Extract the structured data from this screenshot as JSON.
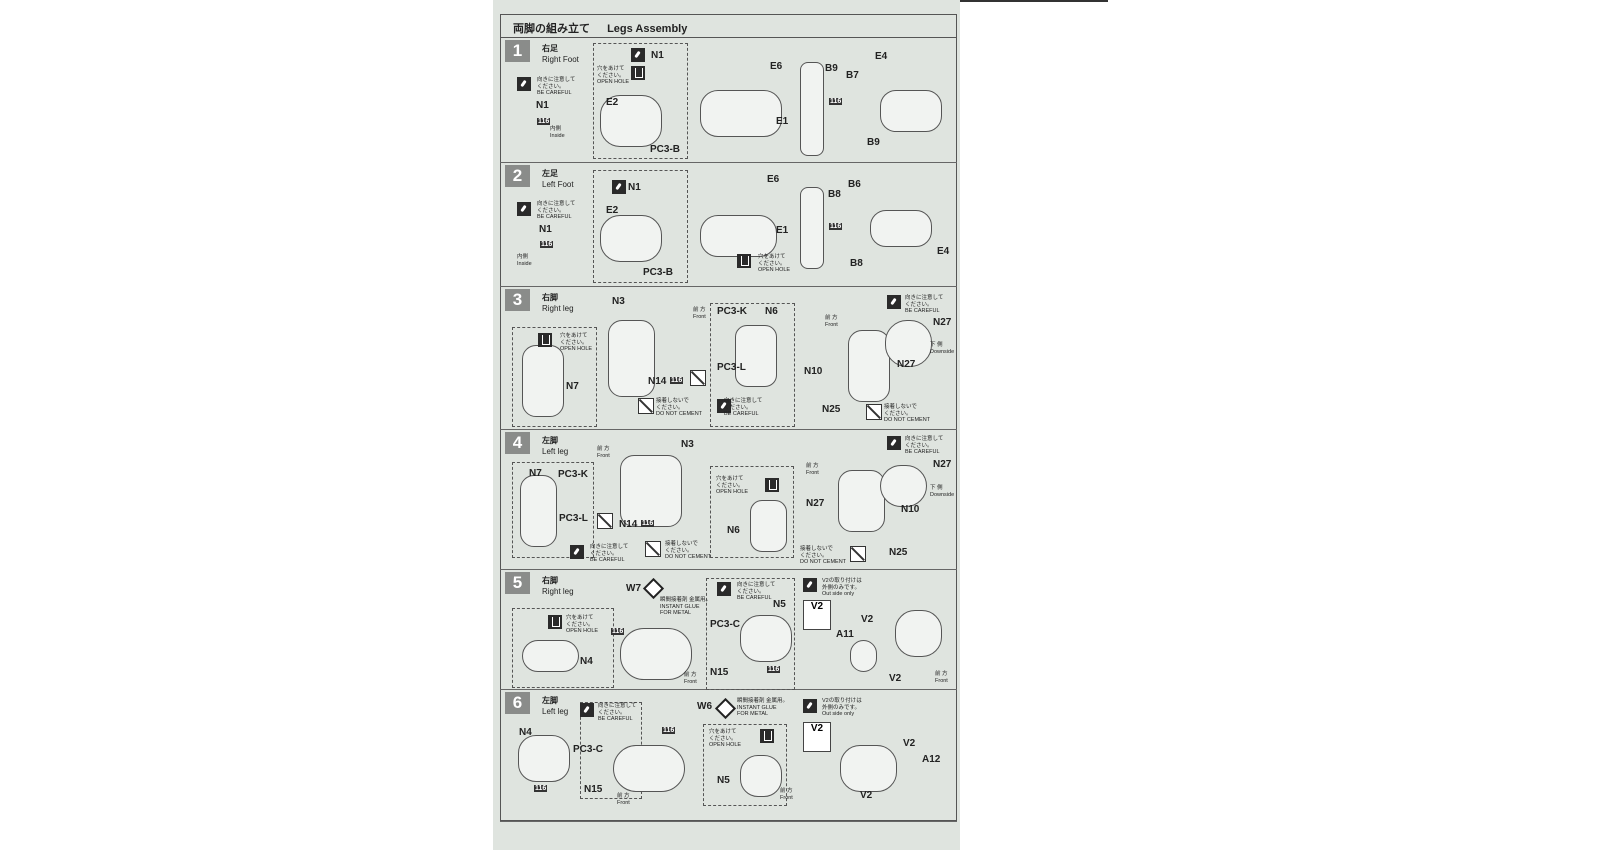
{
  "header": {
    "jp": "両脚の組み立て",
    "en": "Legs Assembly"
  },
  "notes": {
    "be_careful": [
      "向きに注意して",
      "ください。",
      "BE CAREFUL"
    ],
    "open_hole": [
      "穴をあけて",
      "ください。",
      "OPEN HOLE"
    ],
    "do_not_cement": [
      "接着しないで",
      "ください。",
      "DO NOT CEMENT"
    ],
    "instant_glue": [
      "瞬間接着剤 金属用。",
      "INSTANT GLUE",
      "FOR METAL"
    ],
    "outside_only": [
      "V2の取り付けは",
      "外側のみです。",
      "Out side only"
    ],
    "front": [
      "前 方",
      "Front"
    ],
    "downside": [
      "下 側",
      "Downside"
    ],
    "inside": [
      "内側",
      "Inside"
    ]
  },
  "paint_code": "116",
  "steps": [
    {
      "number": "1",
      "jp": "右足",
      "en": "Right Foot",
      "parts": [
        "N1",
        "N1",
        "E2",
        "PC3-B",
        "E6",
        "E1",
        "B9",
        "B7",
        "E4",
        "B9"
      ]
    },
    {
      "number": "2",
      "jp": "左足",
      "en": "Left Foot",
      "parts": [
        "N1",
        "N1",
        "E2",
        "PC3-B",
        "E6",
        "E1",
        "B8",
        "B6",
        "E4",
        "B8"
      ]
    },
    {
      "number": "3",
      "jp": "右脚",
      "en": "Right leg",
      "parts": [
        "N7",
        "N3",
        "N14",
        "PC3-K",
        "N6",
        "PC3-L",
        "N27",
        "N10",
        "N27",
        "N25"
      ]
    },
    {
      "number": "4",
      "jp": "左脚",
      "en": "Left leg",
      "parts": [
        "N7",
        "PC3-K",
        "PC3-L",
        "N3",
        "N14",
        "N6",
        "N27",
        "N27",
        "N10",
        "N25"
      ]
    },
    {
      "number": "5",
      "jp": "右脚",
      "en": "Right leg",
      "parts": [
        "N4",
        "W7",
        "PC3-C",
        "N5",
        "N15",
        "V2",
        "V2",
        "A11",
        "V2"
      ]
    },
    {
      "number": "6",
      "jp": "左脚",
      "en": "Left leg",
      "parts": [
        "N4",
        "PC3-C",
        "N15",
        "W6",
        "N5",
        "V2",
        "V2",
        "A12",
        "V2"
      ]
    }
  ]
}
